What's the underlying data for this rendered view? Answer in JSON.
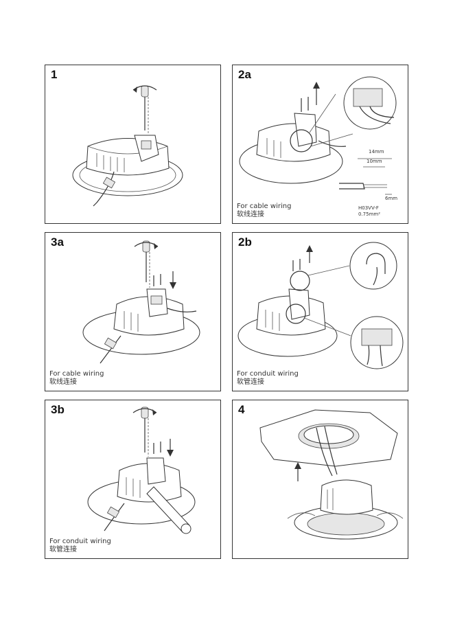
{
  "panels": {
    "p1": {
      "step": "1"
    },
    "p2a": {
      "step": "2a",
      "caption_en": "For cable wiring",
      "caption_zh": "软线连接",
      "dim_14": "14mm",
      "dim_10": "10mm",
      "dim_6": "6mm",
      "cable_type": "H03VV-F",
      "cable_size": "0.75mm²"
    },
    "p3a": {
      "step": "3a",
      "caption_en": "For cable wiring",
      "caption_zh": "软线连接"
    },
    "p2b": {
      "step": "2b",
      "caption_en": "For conduit wiring",
      "caption_zh": "软管连接"
    },
    "p3b": {
      "step": "3b",
      "caption_en": "For conduit wiring",
      "caption_zh": "软管连接"
    },
    "p4": {
      "step": "4"
    }
  },
  "icons": {
    "screwdriver": "screwdriver-icon",
    "rotate": "rotate-arrow-icon",
    "up_arrow": "up-arrow-icon",
    "down_arrow": "down-arrow-icon",
    "magnifier": "detail-callout-icon"
  }
}
